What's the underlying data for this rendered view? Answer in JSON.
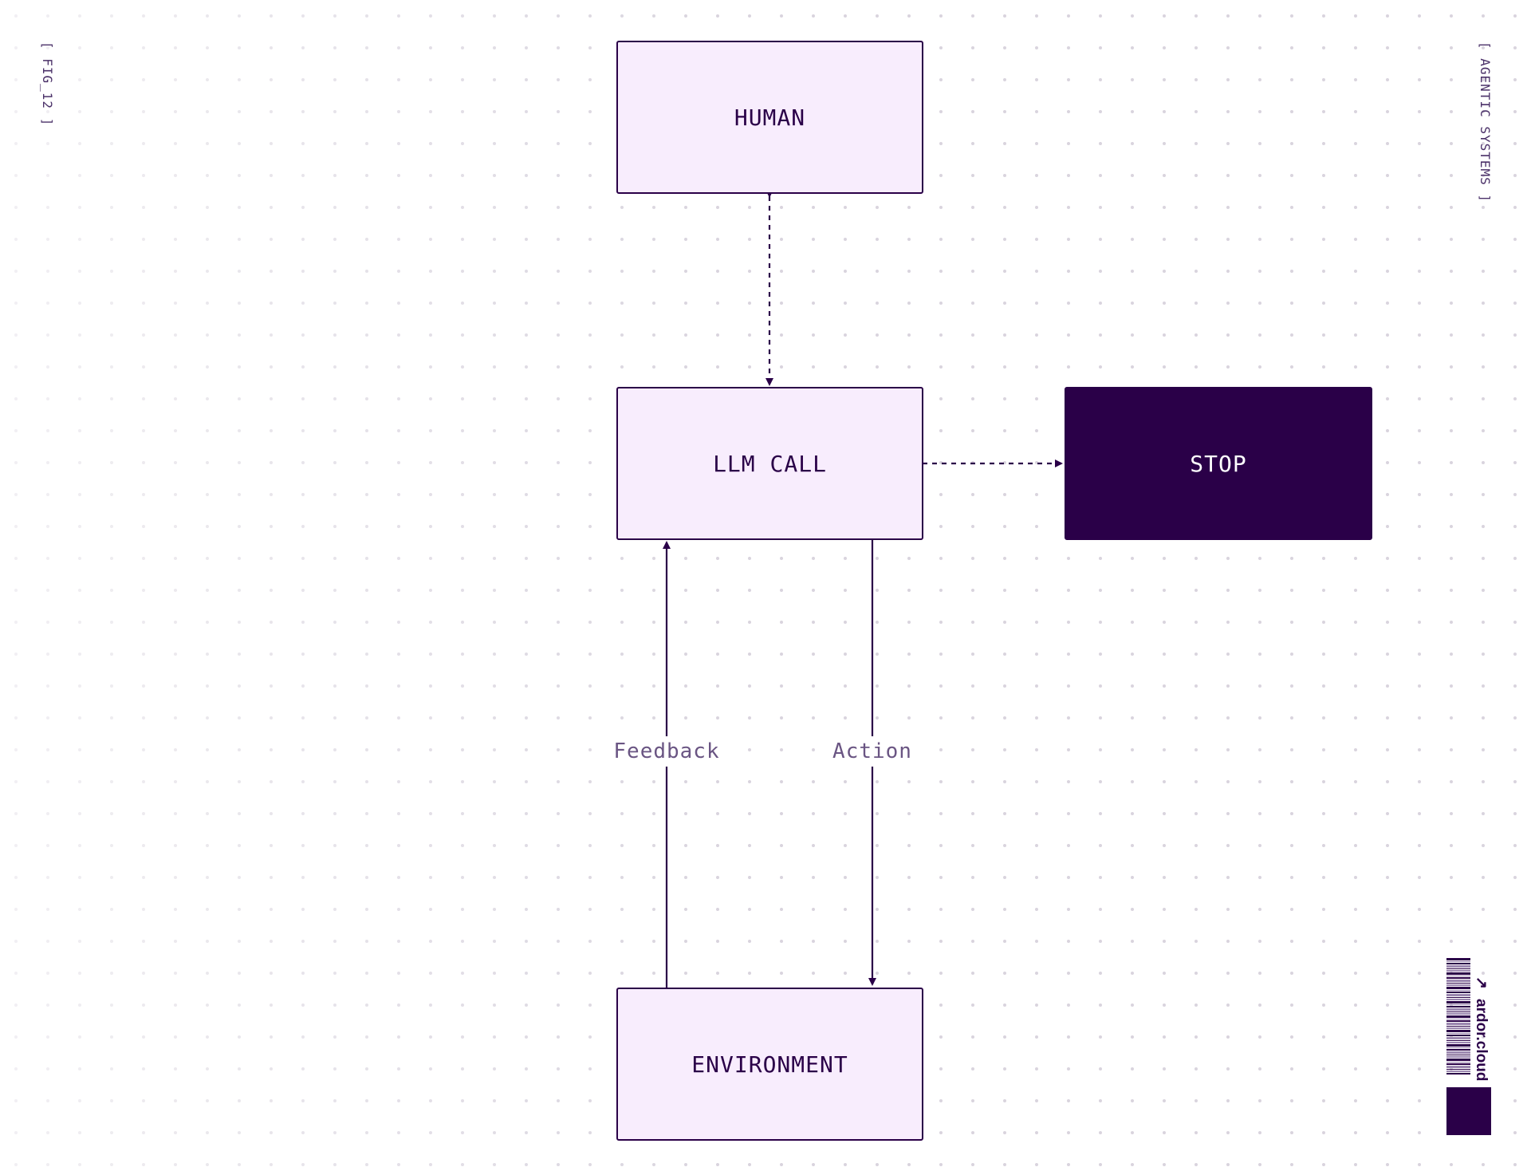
{
  "figure_label": "[ FIG_12 ]",
  "series_label": "[ AGENTIC SYSTEMS ]",
  "nodes": {
    "human": "HUMAN",
    "llm_call": "LLM CALL",
    "stop": "STOP",
    "environment": "ENVIRONMENT"
  },
  "edges": {
    "feedback": "Feedback",
    "action": "Action"
  },
  "brand": {
    "name": "ardor.cloud",
    "arrow": "↗"
  },
  "colors": {
    "primary": "#2a0048",
    "box_fill": "#f8edfd",
    "label": "#6a5583",
    "grid_dot": "#d9d4de"
  }
}
